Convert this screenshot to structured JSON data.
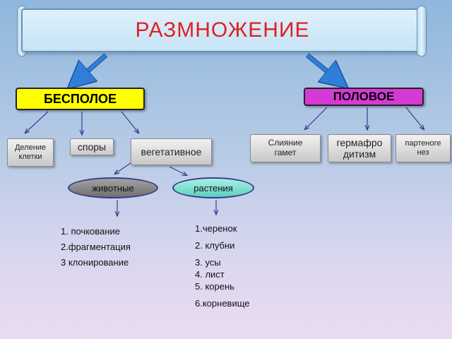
{
  "title": "РАЗМНОЖЕНИЕ",
  "categories": {
    "asexual": "БЕСПОЛОЕ",
    "sexual": "ПОЛОВОЕ"
  },
  "asexual_types": {
    "division": [
      "Деление",
      "клетки"
    ],
    "spores": "споры",
    "vegetative": "вегетативное"
  },
  "sexual_types": {
    "fusion": [
      "Слияние",
      "гамет"
    ],
    "hermaphroditism": [
      "гермафро",
      "дитизм"
    ],
    "parthenogenesis": [
      "партеноге",
      "нез"
    ]
  },
  "vegetative_groups": {
    "animals": "животные",
    "plants": "растения"
  },
  "animals_list": [
    "1. почкование",
    "2.фрагментация",
    "3 клонирование"
  ],
  "plants_list": [
    "1.черенок",
    "2. клубни",
    "3. усы",
    "4. лист",
    "5. корень",
    "6.корневище"
  ],
  "colors": {
    "title": "#e02020",
    "asexual_fill": "#ffff00",
    "sexual_fill": "#d63ad6",
    "big_arrow": "#2f7fd8",
    "connector": "#3c3c8c"
  }
}
